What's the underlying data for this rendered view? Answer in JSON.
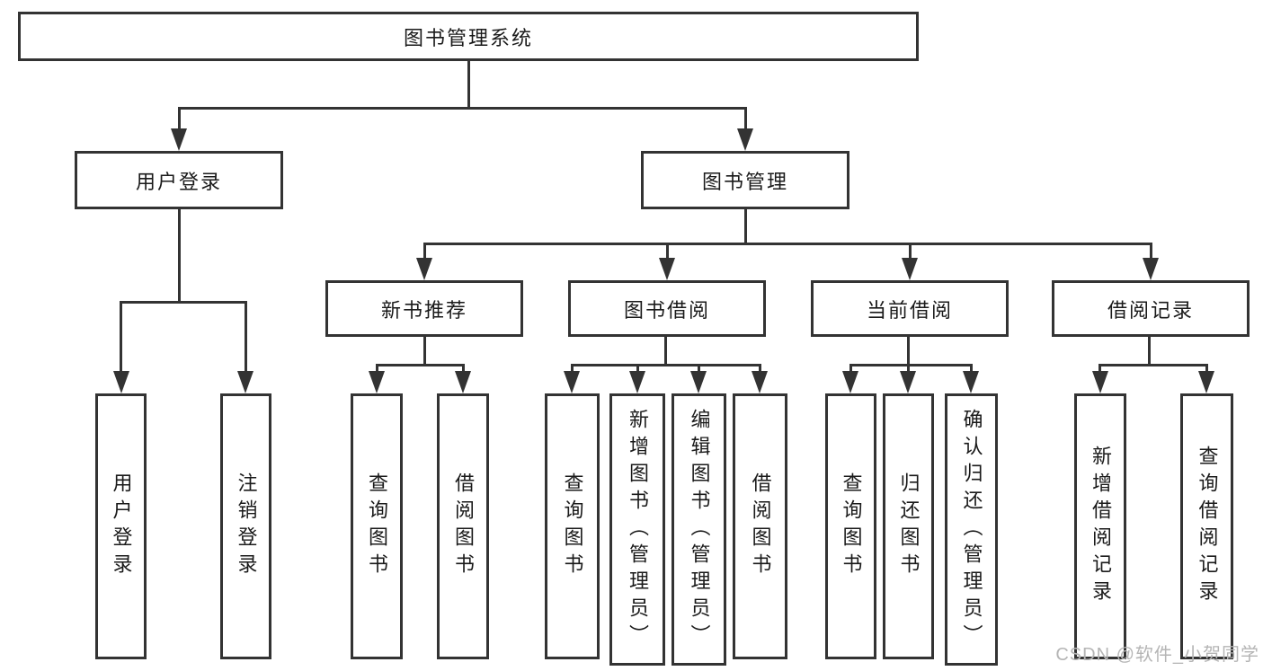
{
  "diagram": {
    "title": "图书管理系统",
    "root": {
      "label": "图书管理系统"
    },
    "level2": [
      {
        "label": "用户登录",
        "children": [
          {
            "label": "用户登录"
          },
          {
            "label": "注销登录"
          }
        ]
      },
      {
        "label": "图书管理",
        "children": [
          {
            "label": "新书推荐",
            "children": [
              {
                "label": "查询图书"
              },
              {
                "label": "借阅图书"
              }
            ]
          },
          {
            "label": "图书借阅",
            "children": [
              {
                "label": "查询图书"
              },
              {
                "label": "新增图书（管理员）"
              },
              {
                "label": "编辑图书（管理员）"
              },
              {
                "label": "借阅图书"
              }
            ]
          },
          {
            "label": "当前借阅",
            "children": [
              {
                "label": "查询图书"
              },
              {
                "label": "归还图书"
              },
              {
                "label": "确认归还（管理员）"
              }
            ]
          },
          {
            "label": "借阅记录",
            "children": [
              {
                "label": "新增借阅记录"
              },
              {
                "label": "查询借阅记录"
              }
            ]
          }
        ]
      }
    ]
  },
  "watermark": {
    "text": "CSDN @软件_小贺同学"
  },
  "colors": {
    "line": "#333333",
    "background": "#ffffff",
    "text": "#1a1a1a",
    "watermark": "#b5b5b5"
  }
}
